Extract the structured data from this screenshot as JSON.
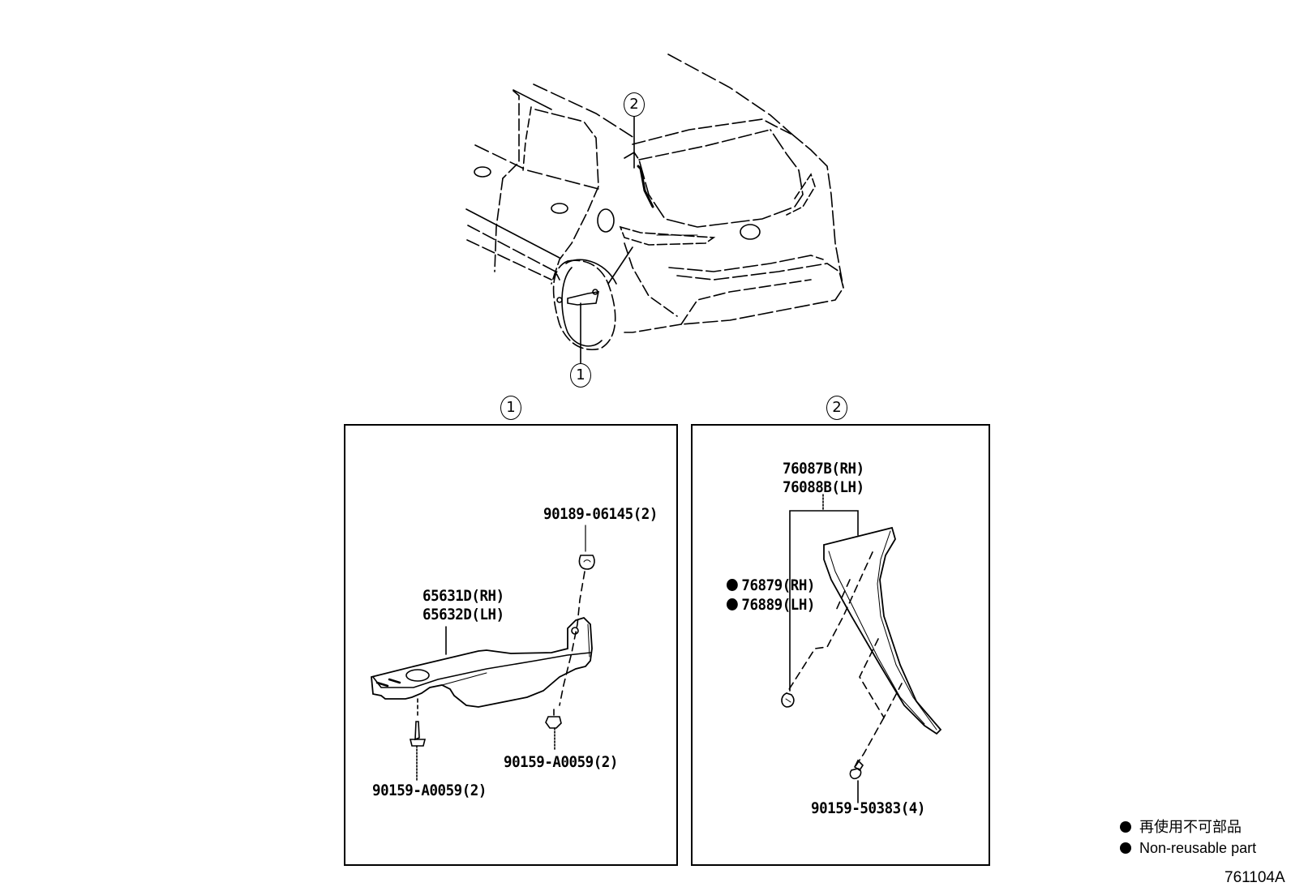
{
  "diagram": {
    "overview": {
      "description": "Rear three-quarter view of hatchback with callouts",
      "callouts": [
        {
          "id": "1",
          "label": "1",
          "location": "rear wheel mudguard"
        },
        {
          "id": "2",
          "label": "2",
          "location": "rear spoiler side / D-pillar"
        }
      ]
    },
    "panels": [
      {
        "callout": "1",
        "parts": [
          {
            "number": "90189-06145(2)",
            "role": "clip"
          },
          {
            "number": "65631D(RH)",
            "role": "mudguard bracket"
          },
          {
            "number": "65632D(LH)",
            "role": "mudguard bracket"
          },
          {
            "number": "90159-A0059(2)",
            "role": "screw",
            "position": "right"
          },
          {
            "number": "90159-A0059(2)",
            "role": "screw",
            "position": "bottom-left"
          }
        ]
      },
      {
        "callout": "2",
        "parts": [
          {
            "number": "76087B(RH)",
            "role": "spoiler side cover"
          },
          {
            "number": "76088B(LH)",
            "role": "spoiler side cover"
          },
          {
            "number": "76879(RH)",
            "role": "clip",
            "non_reusable": true
          },
          {
            "number": "76889(LH)",
            "role": "clip",
            "non_reusable": true
          },
          {
            "number": "90159-50383(4)",
            "role": "screw"
          }
        ]
      }
    ],
    "legend": {
      "items": [
        {
          "symbol": "filled-circle",
          "text": "再使用不可部品"
        },
        {
          "symbol": "filled-circle",
          "text": "Non-reusable part"
        }
      ]
    },
    "figure_id": "761104A"
  }
}
